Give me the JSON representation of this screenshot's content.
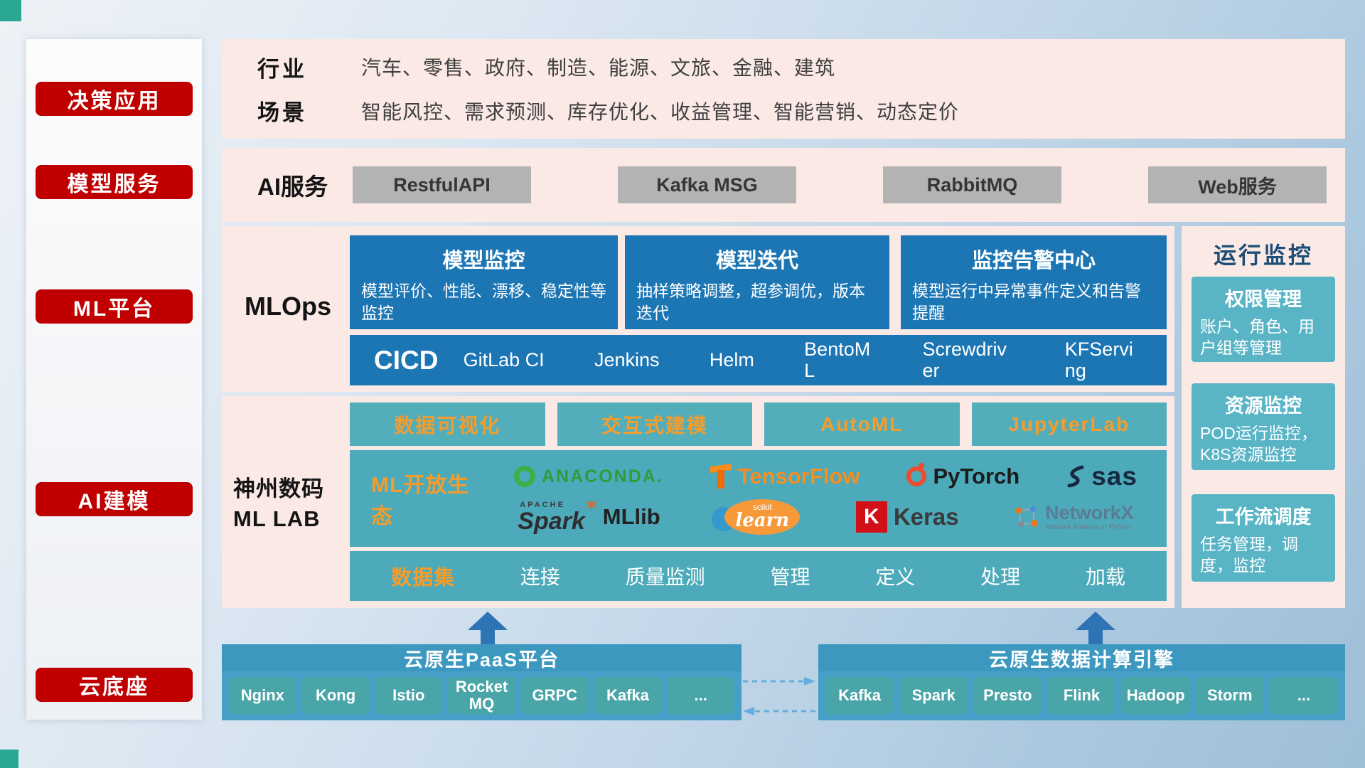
{
  "sidebar": {
    "items": [
      {
        "label": "决策应用"
      },
      {
        "label": "模型服务"
      },
      {
        "label": "ML平台"
      },
      {
        "label": "AI建模"
      },
      {
        "label": "云底座"
      }
    ]
  },
  "industry_section": {
    "rows": [
      {
        "label": "行业",
        "text": "汽车、零售、政府、制造、能源、文旅、金融、建筑"
      },
      {
        "label": "场景",
        "text": "智能风控、需求预测、库存优化、收益管理、智能营销、动态定价"
      }
    ]
  },
  "ai_service_section": {
    "label": "AI服务",
    "buttons": [
      "RestfulAPI",
      "Kafka MSG",
      "RabbitMQ",
      "Web服务"
    ]
  },
  "mlops_section": {
    "label": "MLOps",
    "cards": [
      {
        "title": "模型监控",
        "desc": "模型评价、性能、漂移、稳定性等监控"
      },
      {
        "title": "模型迭代",
        "desc": "抽样策略调整，超参调优，版本迭代"
      },
      {
        "title": "监控告警中心",
        "desc": "模型运行中异常事件定义和告警提醒"
      }
    ],
    "cicd": {
      "label": "CICD",
      "items": [
        "GitLab CI",
        "Jenkins",
        "Helm",
        "BentoML",
        "Screwdriver",
        "KFServing"
      ]
    }
  },
  "monitoring_panel": {
    "title": "运行监控",
    "cards": [
      {
        "title": "权限管理",
        "desc": "账户、角色、用户组等管理"
      },
      {
        "title": "资源监控",
        "desc": "POD运行监控，K8S资源监控"
      },
      {
        "title": "工作流调度",
        "desc": "任务管理，调度，监控"
      }
    ]
  },
  "mllab_section": {
    "label_line1": "神州数码",
    "label_line2": "ML LAB",
    "top_buttons": [
      "数据可视化",
      "交互式建模",
      "AutoML",
      "JupyterLab"
    ],
    "ecosystem": {
      "label": "ML开放生态",
      "anaconda": "ANACONDA.",
      "tensorflow": "TensorFlow",
      "pytorch": "PyTorch",
      "sas": "sas",
      "apache": "APACHE",
      "spark": "Spark",
      "mllib": "MLlib",
      "scikit_top": "scikit",
      "scikit_main": "learn",
      "keras_letter": "K",
      "keras": "Keras",
      "networkx": "NetworkX",
      "networkx_sub": "Network Analysis in Python"
    },
    "dataset": {
      "label": "数据集",
      "items": [
        "连接",
        "质量监测",
        "管理",
        "定义",
        "处理",
        "加载"
      ]
    }
  },
  "bottom_section": {
    "paas": {
      "title": "云原生PaaS平台",
      "items": [
        "Nginx",
        "Kong",
        "Istio",
        "RocketMQ",
        "GRPC",
        "Kafka",
        "..."
      ]
    },
    "engine": {
      "title": "云原生数据计算引擎",
      "items": [
        "Kafka",
        "Spark",
        "Presto",
        "Flink",
        "Hadoop",
        "Storm",
        "..."
      ]
    }
  },
  "colors": {
    "accent_red": "#c00000",
    "panel_pink": "#fbe9e6",
    "card_blue": "#1d76b4",
    "teal": "#4caaba",
    "orange_text": "#f59d2c",
    "arrow_blue": "#2e74b5"
  }
}
